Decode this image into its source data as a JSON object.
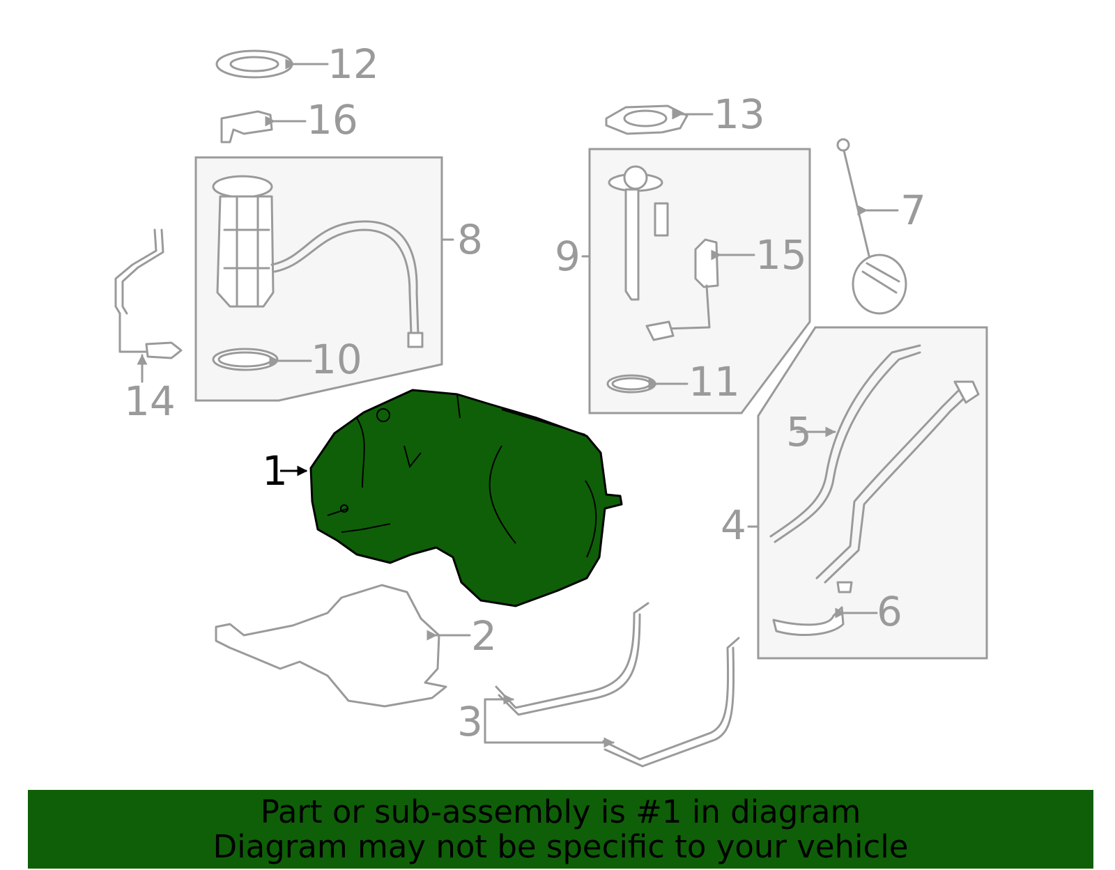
{
  "colors": {
    "highlight_fill": "#0f5f08",
    "line_gray": "#9a9a9a",
    "box_fill": "#f6f6f6",
    "banner_bg": "#0f5f08"
  },
  "callouts": {
    "c1": "1",
    "c2": "2",
    "c3": "3",
    "c4": "4",
    "c5": "5",
    "c6": "6",
    "c7": "7",
    "c8": "8",
    "c9": "9",
    "c10": "10",
    "c11": "11",
    "c12": "12",
    "c13": "13",
    "c14": "14",
    "c15": "15",
    "c16": "16"
  },
  "highlighted_part": "1",
  "banner": {
    "line1": "Part or sub-assembly is #1 in diagram",
    "line2": "Diagram may not be specific to your vehicle"
  }
}
